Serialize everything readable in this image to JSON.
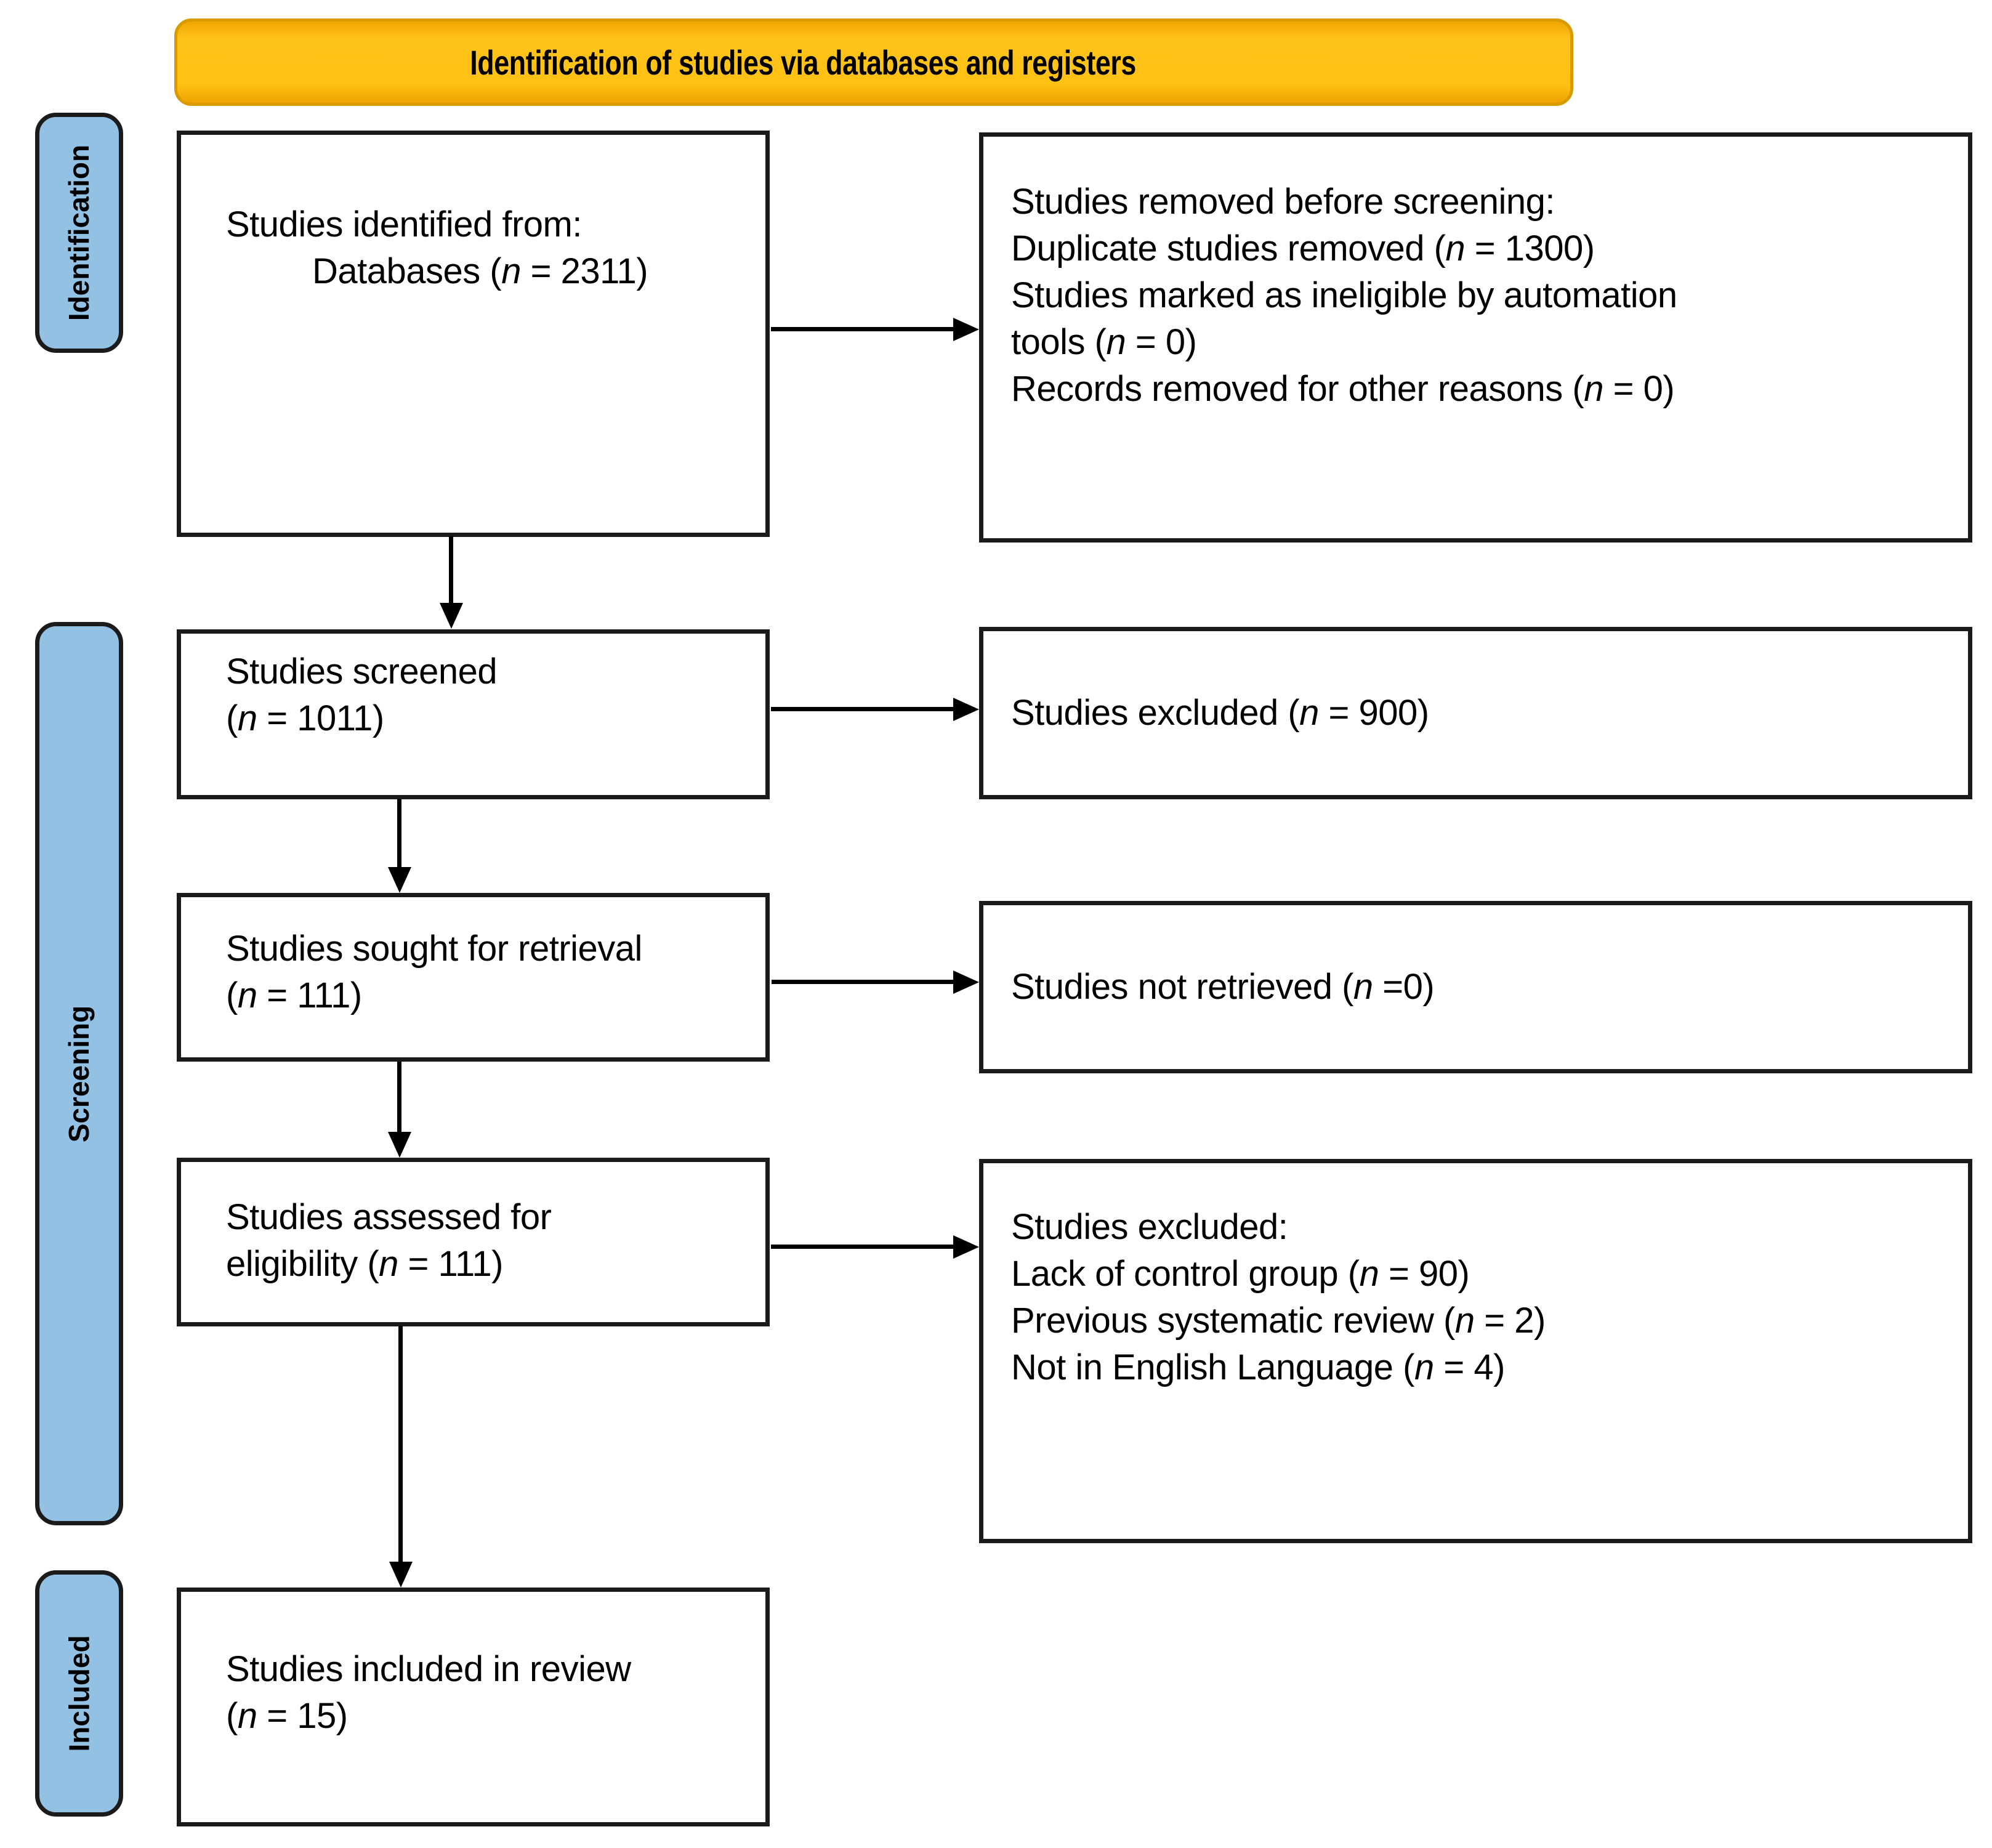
{
  "banner": {
    "title": "Identification of studies via databases and registers"
  },
  "stages": [
    {
      "label": "Identification"
    },
    {
      "label": "Screening"
    },
    {
      "label": "Included"
    }
  ],
  "boxes": {
    "identified": {
      "lines": [
        "Studies identified from:",
        "Databases (n = 2311)"
      ]
    },
    "removed_before_screening": {
      "lines": [
        "Studies removed before screening:",
        "Duplicate studies removed (n = 1300)",
        "Studies marked as ineligible by automation",
        "tools (n = 0)",
        "Records removed for other reasons (n = 0)"
      ]
    },
    "screened": {
      "lines": [
        "Studies screened",
        "(n = 1011)"
      ]
    },
    "excluded": {
      "lines": [
        "Studies excluded (n = 900)"
      ]
    },
    "sought_for_retrieval": {
      "lines": [
        "Studies sought for retrieval",
        "(n = 111)"
      ]
    },
    "not_retrieved": {
      "lines": [
        "Studies not retrieved (n =0)"
      ]
    },
    "assessed_for_eligibility": {
      "lines": [
        "Studies assessed for",
        "eligibility (n = 111)"
      ]
    },
    "excluded_with_reasons": {
      "lines": [
        "Studies excluded:",
        "Lack of control group (n = 90)",
        "Previous systematic review (n = 2)",
        "Not in English Language (n = 4)"
      ]
    },
    "included_in_review": {
      "lines": [
        "Studies included in review",
        "(n = 15)"
      ]
    }
  },
  "colors": {
    "banner_fill": "#FFC112",
    "banner_border": "#D89B00",
    "stage_fill": "#92C1E4",
    "box_border": "#1B1B1B",
    "arrow": "#000000",
    "text": "#000000"
  },
  "icons": {
    "flow_arrow": "solid black arrow (CSS triangle)"
  }
}
